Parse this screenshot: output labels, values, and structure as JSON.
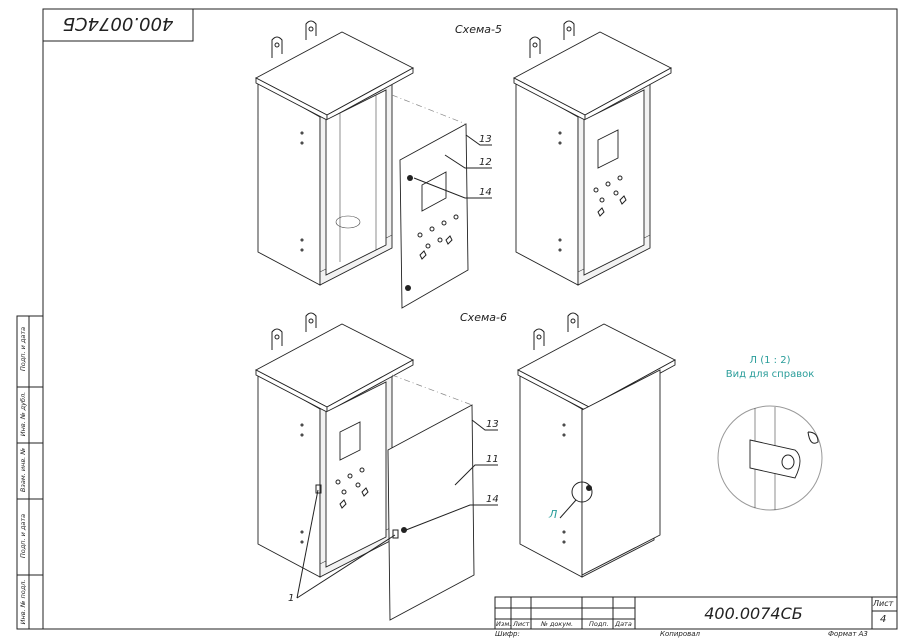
{
  "stamp_top": "400.0074СБ",
  "scheme_5_title": "Схема-5",
  "scheme_6_title": "Схема-6",
  "callouts_scheme5": [
    "13",
    "12",
    "14"
  ],
  "callouts_scheme6": [
    "13",
    "11",
    "14",
    "1"
  ],
  "view_marker": "Л",
  "detail_view": {
    "title": "Л (1 : 2)",
    "subtitle": "Вид для справок",
    "color": "#2a9d9a"
  },
  "side_strip": [
    "Подп. и дата",
    "Инв. № дубл.",
    "Взам. инв. №",
    "Подп. и дата",
    "Инв. № подл."
  ],
  "title_block": {
    "designation": "400.0074СБ",
    "sheet_label": "Лист",
    "sheet_number": "4",
    "columns": [
      "Изм.",
      "Лист",
      "№ докум.",
      "Подп.",
      "Дата"
    ],
    "cipher_label": "Шифр:",
    "copied_label": "Копировал",
    "format_label": "Формат А3"
  }
}
